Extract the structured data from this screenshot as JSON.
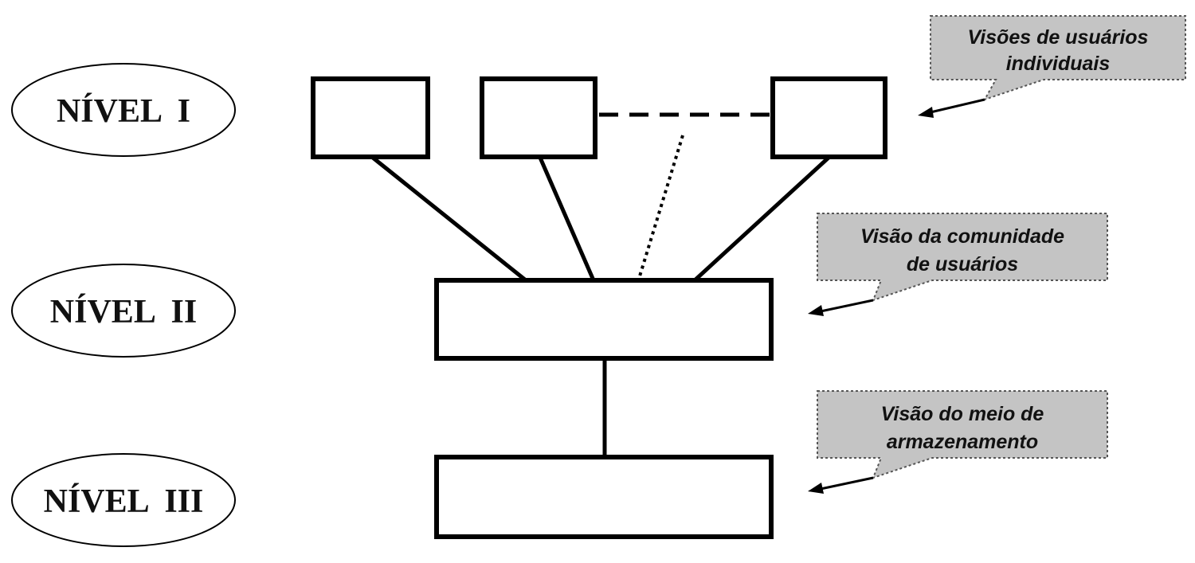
{
  "levels": {
    "level1": "NÍVEL  I",
    "level2": "NÍVEL  II",
    "level3": "NÍVEL  III"
  },
  "callouts": {
    "individual_views": {
      "line1": "Visões de usuários",
      "line2": "individuais"
    },
    "community_view": {
      "line1": "Visão da comunidade",
      "line2": "de usuários"
    },
    "storage_view": {
      "line1": "Visão do meio de",
      "line2": "armazenamento"
    }
  },
  "colors": {
    "callout_fill": "#c4c4c4",
    "stroke": "#000000",
    "background": "#ffffff"
  }
}
